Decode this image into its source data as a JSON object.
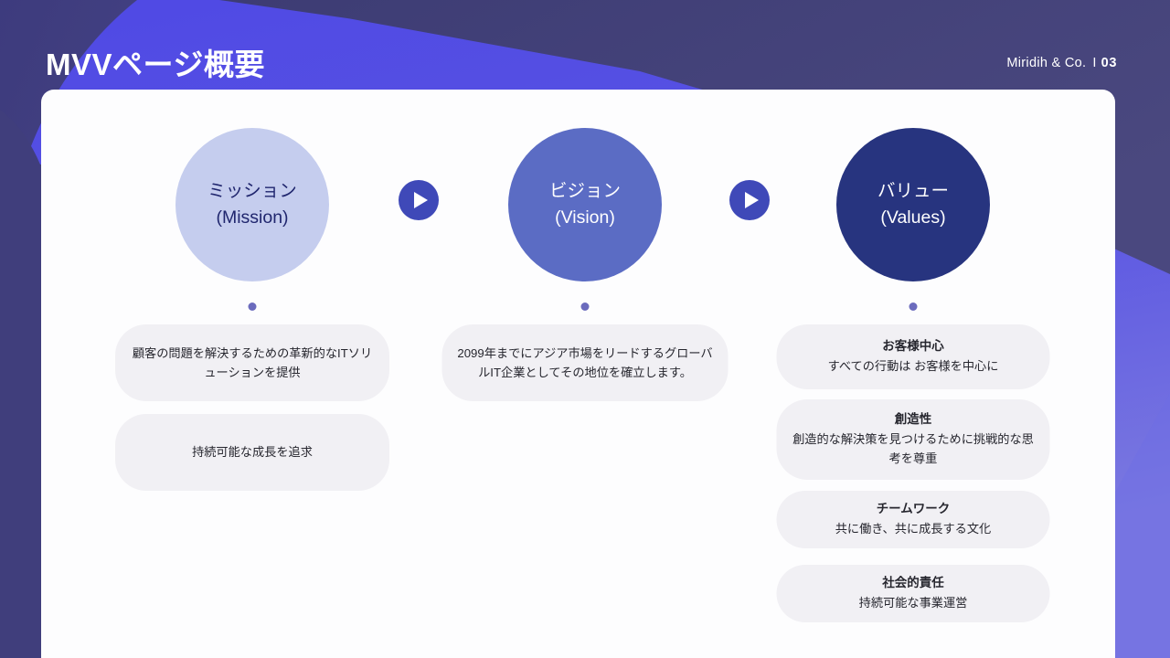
{
  "header": {
    "title": "MVVページ概要",
    "company": "Miridih & Co.",
    "separator": "I",
    "page_number": "03"
  },
  "theme": {
    "background_blue": "#5b56e0",
    "background_navy": "#454379",
    "background_deep": "#3f3f7d",
    "card_white": "#fdfdfe",
    "pill_gray": "#f1f0f4",
    "accent_button": "#3f49b8",
    "connector_gray": "#c9c9d2",
    "dot_purple": "#6b6bbd"
  },
  "columns": [
    {
      "key": "mission",
      "circle": {
        "jp": "ミッション",
        "en": "(Mission)",
        "fill": "#c5cdee",
        "text_color": "#20266e"
      },
      "pills": [
        {
          "title": "",
          "body": "顧客の問題を解決するための革新的なITソリューションを提供"
        },
        {
          "title": "",
          "body": "持続可能な成長を追求"
        }
      ]
    },
    {
      "key": "vision",
      "circle": {
        "jp": "ビジョン",
        "en": "(Vision)",
        "fill": "#5b6cc4",
        "text_color": "#ffffff"
      },
      "pills": [
        {
          "title": "",
          "body": "2099年までにアジア市場をリードするグローバルIT企業としてその地位を確立します。"
        }
      ]
    },
    {
      "key": "values",
      "circle": {
        "jp": "バリュー",
        "en": "(Values)",
        "fill": "#27347f",
        "text_color": "#ffffff"
      },
      "pills": [
        {
          "title": "お客様中心",
          "body": "すべての行動は お客様を中心に"
        },
        {
          "title": "創造性",
          "body": "創造的な解決策を見つけるために挑戦的な思考を尊重"
        },
        {
          "title": "チームワーク",
          "body": "共に働き、共に成長する文化"
        },
        {
          "title": "社会的責任",
          "body": "持続可能な事業運営"
        }
      ]
    }
  ],
  "connectors": {
    "play_icon": "play-triangle-icon",
    "count": 2
  }
}
